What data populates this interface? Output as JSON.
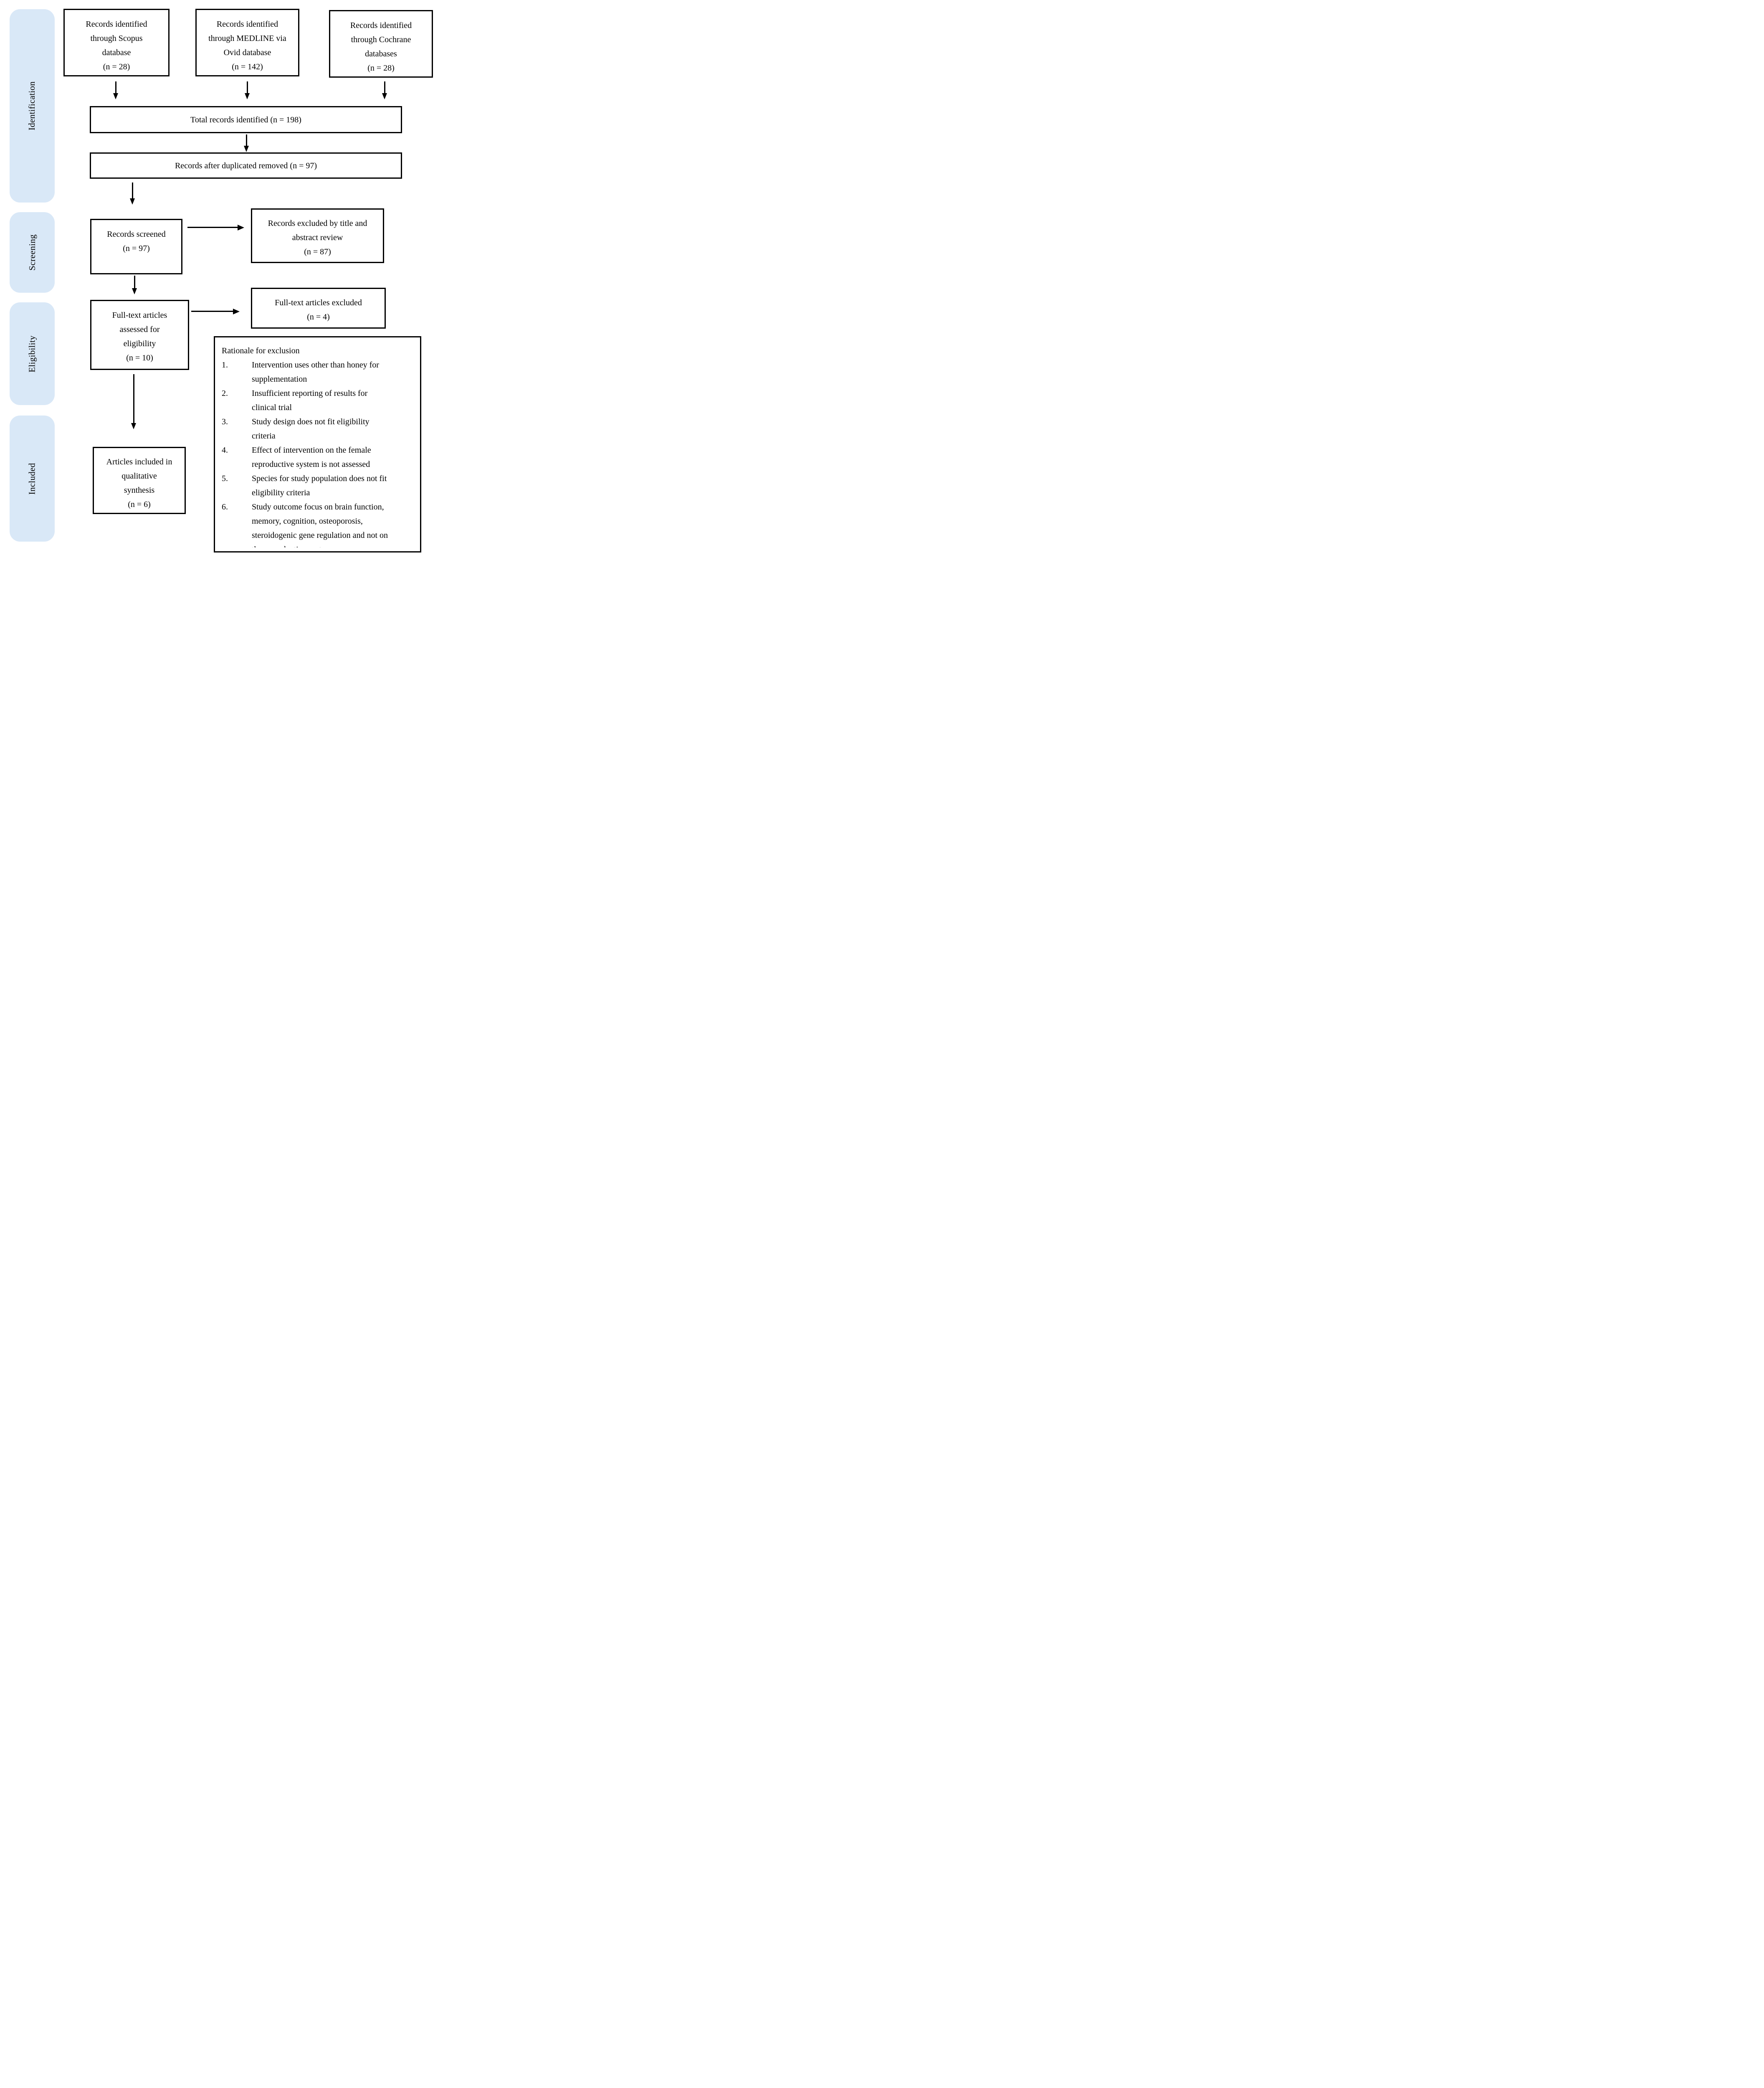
{
  "diagram": {
    "kind": "prisma-flow-diagram",
    "background": "#ffffff",
    "box_border_color": "#000000",
    "stage_fill_color": "#d9e8f7",
    "text_color": "#000000"
  },
  "sidebar": {
    "stages": [
      "Identification",
      "Screening",
      "Eligibility",
      "Included"
    ]
  },
  "boxes": {
    "scopus": {
      "lines": [
        "Records identified",
        "through Scopus",
        "database",
        "(n = 28)"
      ]
    },
    "medline": {
      "lines": [
        "Records identified",
        "through MEDLINE via",
        "Ovid database",
        "(n = 142)"
      ]
    },
    "cochrane": {
      "lines": [
        "Records identified",
        "through Cochrane",
        "databases",
        "(n = 28)"
      ]
    },
    "total": {
      "lines": [
        "Total records identified (n = 198)"
      ]
    },
    "deduplicated": {
      "lines": [
        "Records after duplicated removed (n = 97)"
      ]
    },
    "screened": {
      "lines": [
        "Records screened",
        "(n = 97)"
      ]
    },
    "excluded_by_review": {
      "lines": [
        "Records excluded by title and",
        "abstract review",
        "(n = 87)"
      ]
    },
    "fulltext_assessed": {
      "lines": [
        "Full-text articles",
        "assessed for",
        "eligibility",
        "(n = 10)"
      ]
    },
    "fulltext_excluded": {
      "lines": [
        "Full-text articles excluded",
        "(n = 4)"
      ]
    },
    "qualitative_included": {
      "lines": [
        "Articles included in",
        "qualitative",
        "synthesis",
        "(n = 6)"
      ]
    },
    "rationale": {
      "title": "Rationale for exclusion",
      "items": [
        {
          "num": "1.",
          "lines": [
            "Intervention uses other than honey for",
            "supplementation"
          ]
        },
        {
          "num": "2.",
          "lines": [
            "Insufficient reporting of results for",
            "clinical trial"
          ]
        },
        {
          "num": "3.",
          "lines": [
            "Study design does not fit eligibility",
            "criteria"
          ]
        },
        {
          "num": "4.",
          "lines": [
            "Effect of intervention on the female",
            "reproductive system is not assessed"
          ]
        },
        {
          "num": "5.",
          "lines": [
            "Species for study population does not fit",
            "eligibility criteria"
          ]
        },
        {
          "num": "6.",
          "lines": [
            "Study outcome focus on brain function,",
            "memory, cognition, osteoporosis,",
            "steroidogenic gene regulation and not on",
            "the reproductive system"
          ]
        }
      ]
    }
  }
}
